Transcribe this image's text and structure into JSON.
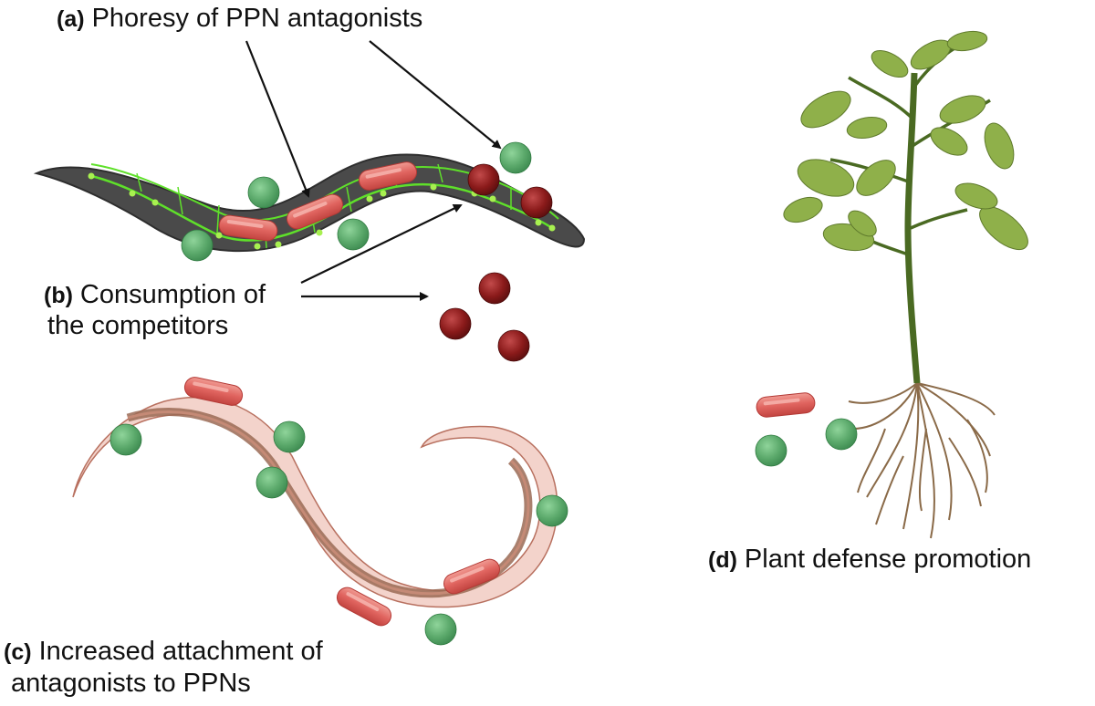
{
  "labels": {
    "a": {
      "tag": "(a)",
      "text": "Phoresy of PPN antagonists"
    },
    "b": {
      "tag": "(b)",
      "line1": "Consumption of",
      "line2": "the competitors"
    },
    "c": {
      "tag": "(c)",
      "line1": "Increased attachment of",
      "line2": "antagonists to PPNs"
    },
    "d": {
      "tag": "(d)",
      "text": "Plant defense promotion"
    }
  },
  "colors": {
    "bacterium_red": "#e0645f",
    "antagonist_green": "#5aa86a",
    "competitor_darkred": "#8a1a1a",
    "worm_dark": "#4a4a4a",
    "worm_gut": "#5fe02a",
    "worm_pale": "#f3d3cb",
    "stem": "#4a6a22",
    "leaf": "#8fb04a",
    "root": "#8a6a48"
  },
  "icons": [
    "nematode-dark",
    "nematode-pale",
    "bacterium-rod",
    "antagonist-sphere",
    "competitor-sphere",
    "tomato-plant",
    "arrow"
  ]
}
